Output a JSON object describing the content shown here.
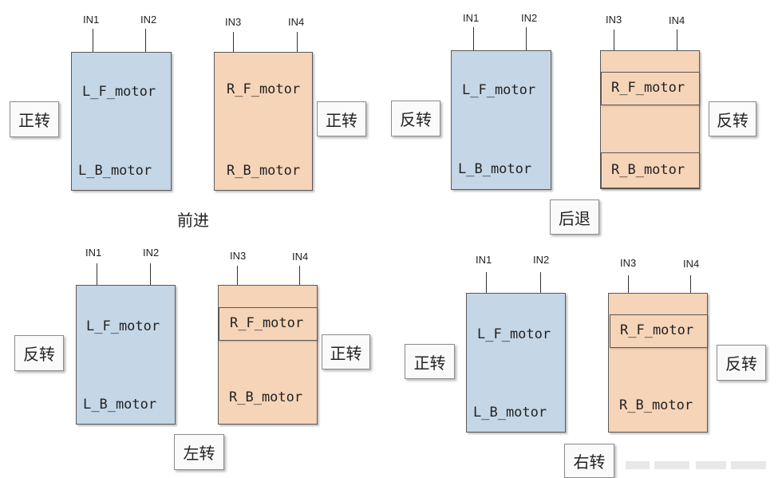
{
  "motor_labels": {
    "lf": "L_F_motor",
    "lb": "L_B_motor",
    "rf": "R_F_motor",
    "rb": "R_B_motor"
  },
  "pins": {
    "in1": "IN1",
    "in2": "IN2",
    "in3": "IN3",
    "in4": "IN4"
  },
  "directions": {
    "forward_rotation": "正转",
    "reverse_rotation": "反转"
  },
  "panels": [
    {
      "caption": "前进",
      "left_direction": "正转",
      "right_direction": "正转"
    },
    {
      "caption": "后退",
      "left_direction": "反转",
      "right_direction": "反转"
    },
    {
      "caption": "左转",
      "left_direction": "反转",
      "right_direction": "正转"
    },
    {
      "caption": "右转",
      "left_direction": "正转",
      "right_direction": "反转"
    }
  ],
  "colors": {
    "left_motor_fill": "#c5d6e6",
    "right_motor_fill": "#f6d4b8",
    "border": "#5a5a5a"
  }
}
